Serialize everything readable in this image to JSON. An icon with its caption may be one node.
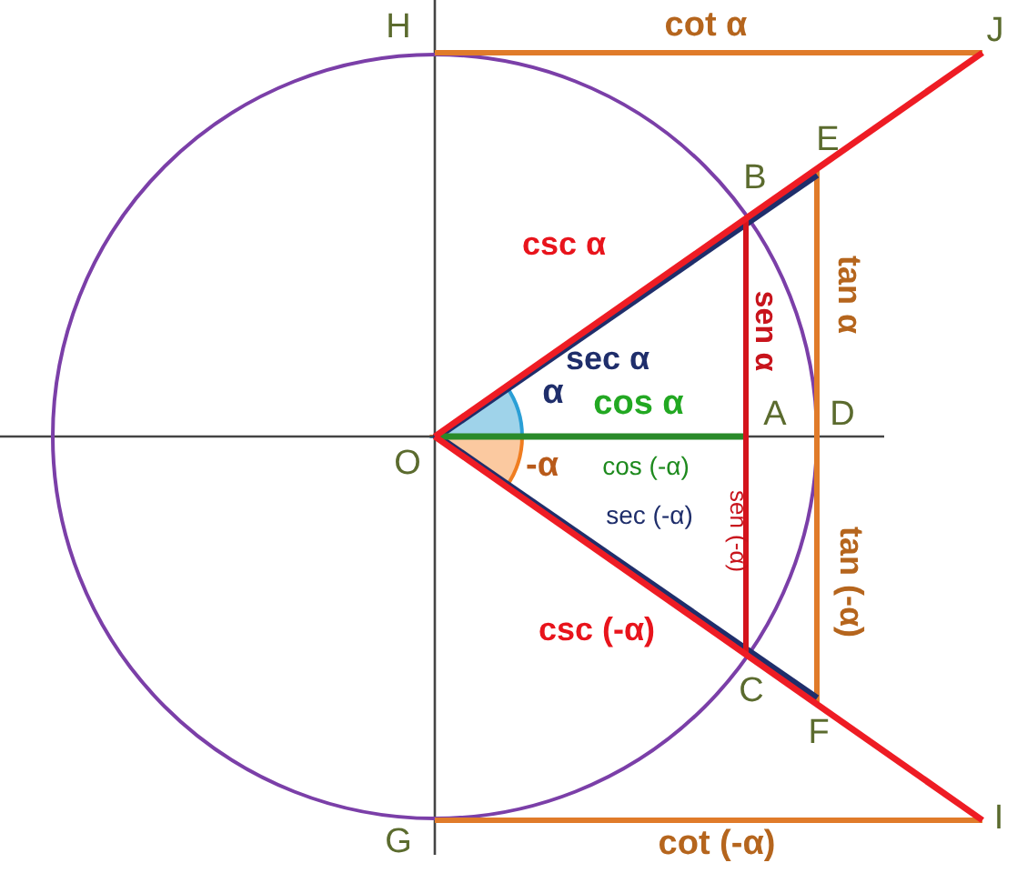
{
  "diagram": {
    "labels": [
      "H",
      "cot α",
      "J",
      "E",
      "B",
      "csc α",
      "sen α",
      "tan α",
      "sec α",
      "α",
      "cos α",
      "A",
      "D",
      "O",
      "-α",
      "cos (-α)",
      "sen (-α)",
      "sec (-α)",
      "tan (-α)",
      "csc (-α)",
      "C",
      "F",
      "G",
      "cot (-α)",
      "I"
    ]
  }
}
